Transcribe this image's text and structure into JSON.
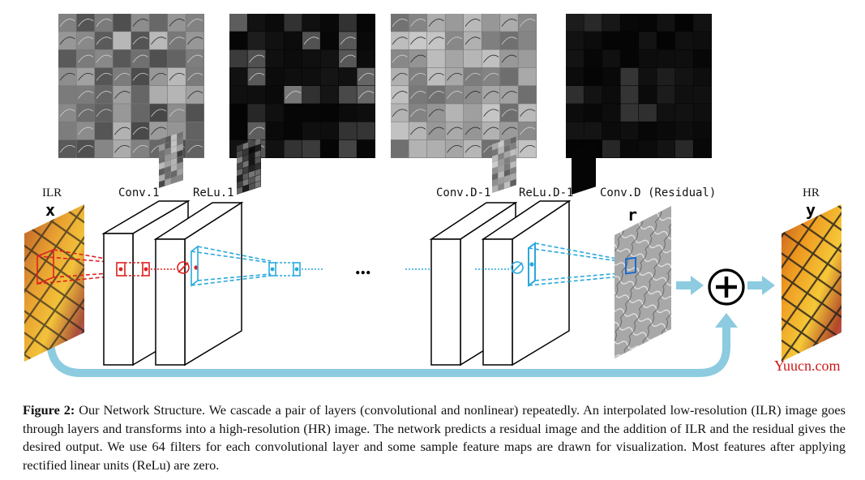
{
  "labels": {
    "ilr": "ILR",
    "x_var": "x",
    "conv1": "Conv.1",
    "relu1": "ReLu.1",
    "convd1": "Conv.D-1",
    "reludd1": "ReLu.D-1",
    "convd_residual": "Conv.D (Residual)",
    "r_var": "r",
    "hr": "HR",
    "y_var": "y",
    "ellipsis": "...",
    "plus": "+"
  },
  "watermark": "Yuucn.com",
  "caption": {
    "prefix": "Figure 2:",
    "text": "Our Network Structure. We cascade a pair of layers (convolutional and nonlinear) repeatedly. An interpolated low-resolution (ILR) image goes through layers and transforms into a high-resolution (HR) image. The network predicts a residual image and the addition of ILR and the residual gives the desired output. We use 64 filters for each convolutional layer and some sample feature maps are drawn for visualization. Most features after applying rectified linear units (ReLu) are zero."
  },
  "colors": {
    "input_arrows": "#e02020",
    "feature_arrows": "#29a8dd",
    "skip_connection": "#8ccbe0",
    "plus_circle": "#000000"
  }
}
